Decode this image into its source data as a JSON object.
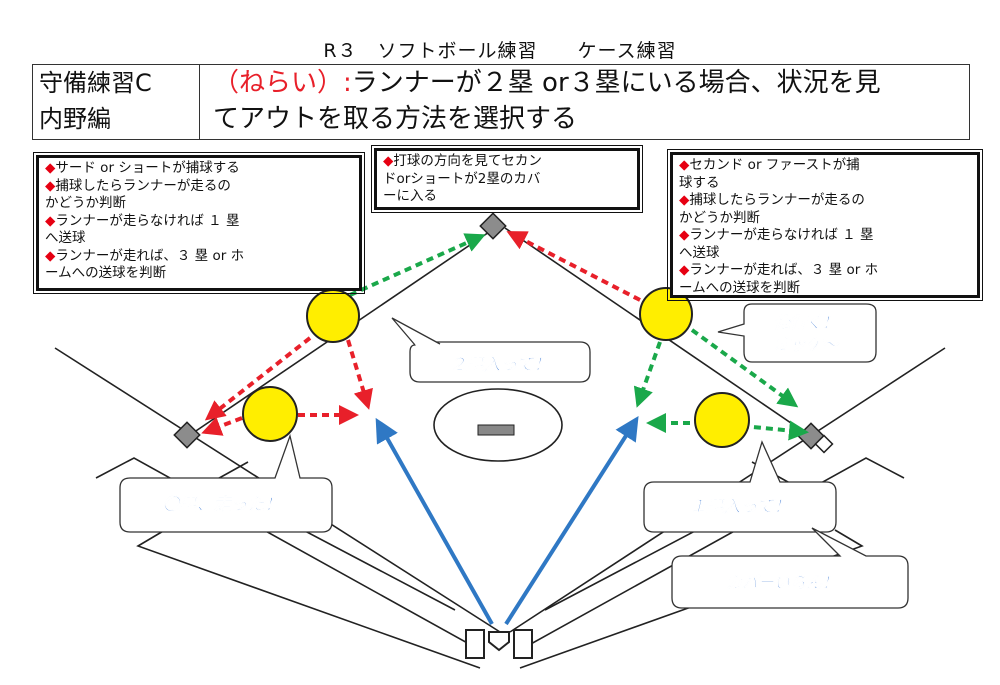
{
  "title": "R３　ソフトボール練習　　ケース練習",
  "header": {
    "left_line1": "守備練習C",
    "left_line2": "内野編",
    "aim_label": "（ねらい）:",
    "aim_line1": "ランナーが２塁 or３塁にいる場合、状況を見",
    "aim_line2": "てアウトを取る方法を選択する"
  },
  "box_left": {
    "lines": [
      {
        "bullet": "◆",
        "text": "サード or ショートが捕球する"
      },
      {
        "bullet": "◆",
        "text": "捕球したらランナーが走るの"
      },
      {
        "bullet": "",
        "text": "かどうか判断"
      },
      {
        "bullet": "◆",
        "text": "ランナーが走らなければ １ 塁"
      },
      {
        "bullet": "",
        "text": "へ送球"
      },
      {
        "bullet": "◆",
        "text": "ランナーが走れば、３ 塁 or ホ"
      },
      {
        "bullet": "",
        "text": "ームへの送球を判断"
      }
    ]
  },
  "box_center": {
    "lines": [
      {
        "bullet": "◆",
        "text": "打球の方向を見てセカン"
      },
      {
        "bullet": "",
        "text": "ドorショートが2塁のカバ"
      },
      {
        "bullet": "",
        "text": "ーに入る"
      }
    ]
  },
  "box_right": {
    "lines": [
      {
        "bullet": "◆",
        "text": "セカンド or ファーストが捕"
      },
      {
        "bullet": "",
        "text": "球する"
      },
      {
        "bullet": "◆",
        "text": "捕球したらランナーが走るの"
      },
      {
        "bullet": "",
        "text": "かどうか判断"
      },
      {
        "bullet": "◆",
        "text": "ランナーが走らなければ １ 塁"
      },
      {
        "bullet": "",
        "text": "へ送球"
      },
      {
        "bullet": "◆",
        "text": "ランナーが走れば、３ 塁 or ホ"
      },
      {
        "bullet": "",
        "text": "ームへの送球を判断"
      }
    ]
  },
  "bubbles": {
    "second_cover": "２塁入って！",
    "third_runner": "〇塁、走った！",
    "first_cover": "１塁入って！",
    "no_cover": "カバーいらん！",
    "pitcher_line1": "俺行く！",
    "pitcher_line2": "オッケ～"
  },
  "colors": {
    "red_arrow": "#e8202a",
    "green_arrow": "#1aa84a",
    "blue_arrow": "#2f78c4",
    "player": "#ffee00",
    "aim_text": "#e8202a"
  }
}
